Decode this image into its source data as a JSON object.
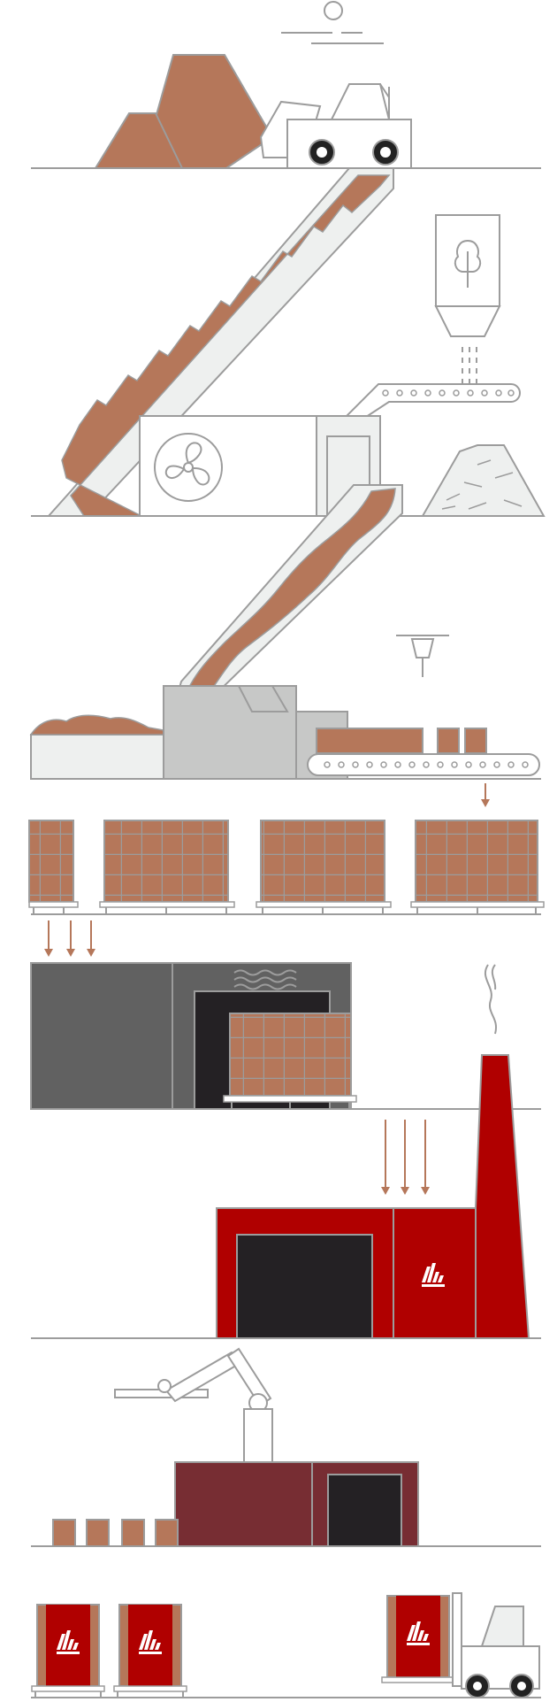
{
  "diagram": {
    "stages": [
      "clay-extraction",
      "clay-conveyor",
      "sawdust-additive",
      "mixing",
      "extrusion",
      "brick-cutting",
      "palletizing",
      "drying",
      "kiln-firing",
      "robot-packaging",
      "shipping"
    ],
    "colors": {
      "clay": "#b5775a",
      "line": "#9c9c9c",
      "fill_light": "#eef0ef",
      "machine": "#c7c8c7",
      "dryer": "#616161",
      "dryer_door": "#242124",
      "kiln": "#b00000",
      "packaging": "#772d33",
      "mark": "#ffffff"
    },
    "icons": [
      "sun-icon",
      "tree-icon",
      "fan-icon",
      "steam-icon",
      "smoke-icon",
      "brand-logo-icon"
    ]
  }
}
